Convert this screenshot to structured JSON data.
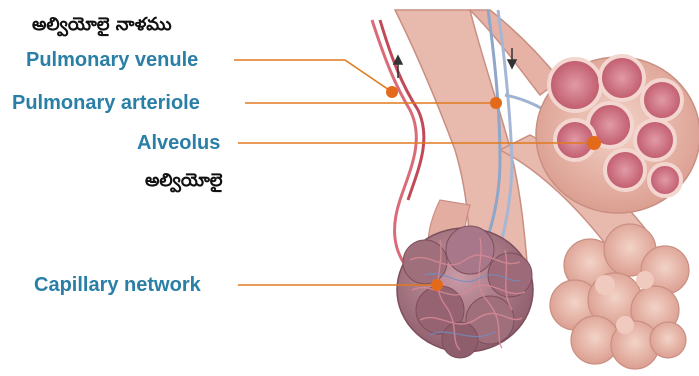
{
  "labels": {
    "telugu_top": "అల్వియోలై నాళము",
    "pulmonary_venule": "Pulmonary venule",
    "pulmonary_arteriole": "Pulmonary arteriole",
    "alveolus": "Alveolus",
    "telugu_mid": "అల్వియోలై",
    "capillary_network": "Capillary network"
  },
  "colors": {
    "label_text": "#2a7fa6",
    "leader_line": "#e07a1f",
    "tissue": "#e8b4a8",
    "alveolus": "#c95a6a",
    "capillary": "#9a6e7a"
  }
}
